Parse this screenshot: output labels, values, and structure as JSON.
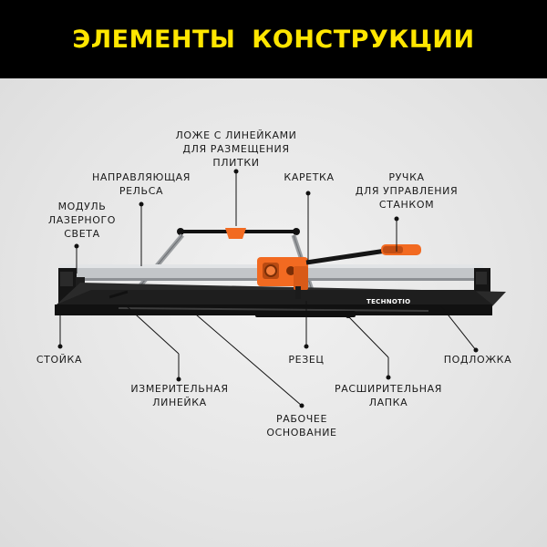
{
  "header": {
    "title": "ЭЛЕМЕНТЫ  КОНСТРУКЦИИ",
    "background": "#000000",
    "title_color": "#ffe600"
  },
  "product": {
    "brand": "TECHNOTIO",
    "accent_color": "#f26a21",
    "frame_color": "#151515",
    "rail_color": "#b9bcbf"
  },
  "labels": {
    "tile_bed": "ЛОЖЕ С ЛИНЕЙКАМИ\nДЛЯ РАЗМЕЩЕНИЯ\nПЛИТКИ",
    "guide_rail": "НАПРАВЛЯЮЩАЯ\nРЕЛЬСА",
    "carriage": "КАРЕТКА",
    "handle": "РУЧКА\nДЛЯ УПРАВЛЕНИЯ\nСТАНКОМ",
    "laser_module": "МОДУЛЬ\nЛАЗЕРНОГО\nСВЕТА",
    "stand": "СТОЙКА",
    "cutter": "РЕЗЕЦ",
    "base_plate": "ПОДЛОЖКА",
    "measuring_ruler": "ИЗМЕРИТЕЛЬНАЯ\nЛИНЕЙКА",
    "extension_tab": "РАСШИРИТЕЛЬНАЯ\nЛАПКА",
    "work_base": "РАБОЧЕЕ\nОСНОВАНИЕ"
  }
}
